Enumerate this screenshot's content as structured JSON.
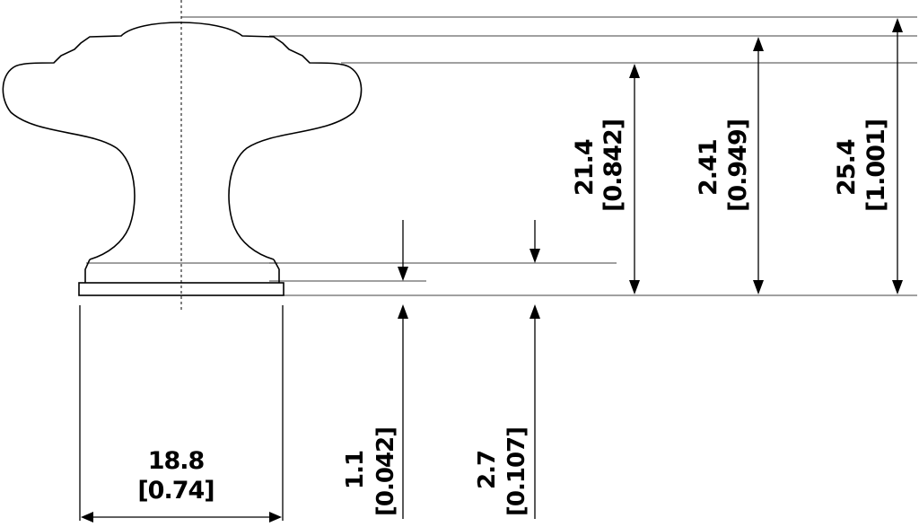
{
  "dimensions": {
    "base_width": {
      "mm": "18.8",
      "inch": "[0.74]"
    },
    "base_plate_thickness": {
      "mm": "1.1",
      "inch": "[0.042]"
    },
    "base_total_thickness": {
      "mm": "2.7",
      "inch": "[0.107]"
    },
    "head_height": {
      "mm": "21.4",
      "inch": "[0.842]"
    },
    "crown_height": {
      "mm": "2.41",
      "inch": "[0.949]"
    },
    "total_height": {
      "mm": "25.4",
      "inch": "[1.001]"
    }
  }
}
